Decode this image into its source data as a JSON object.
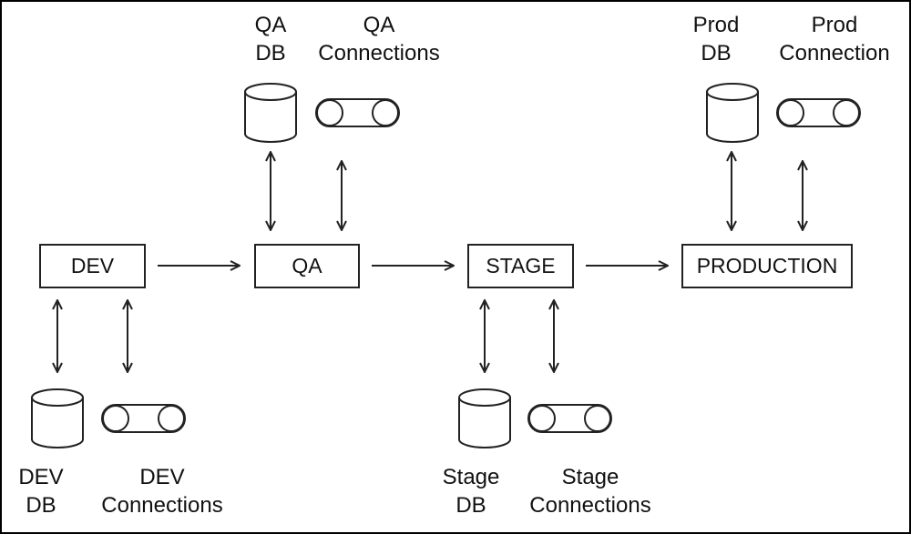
{
  "stages": {
    "dev": "DEV",
    "qa": "QA",
    "stage": "STAGE",
    "production": "PRODUCTION"
  },
  "resources": {
    "qa_db": [
      "QA",
      "DB"
    ],
    "qa_connections": [
      "QA",
      "Connections"
    ],
    "prod_db": [
      "Prod",
      "DB"
    ],
    "prod_connection": [
      "Prod",
      "Connection"
    ],
    "dev_db": [
      "DEV",
      "DB"
    ],
    "dev_connections": [
      "DEV",
      "Connections"
    ],
    "stage_db": [
      "Stage",
      "DB"
    ],
    "stage_connections": [
      "Stage",
      "Connections"
    ]
  },
  "colors": {
    "stroke": "#222222",
    "text": "#111111",
    "background": "#ffffff"
  }
}
